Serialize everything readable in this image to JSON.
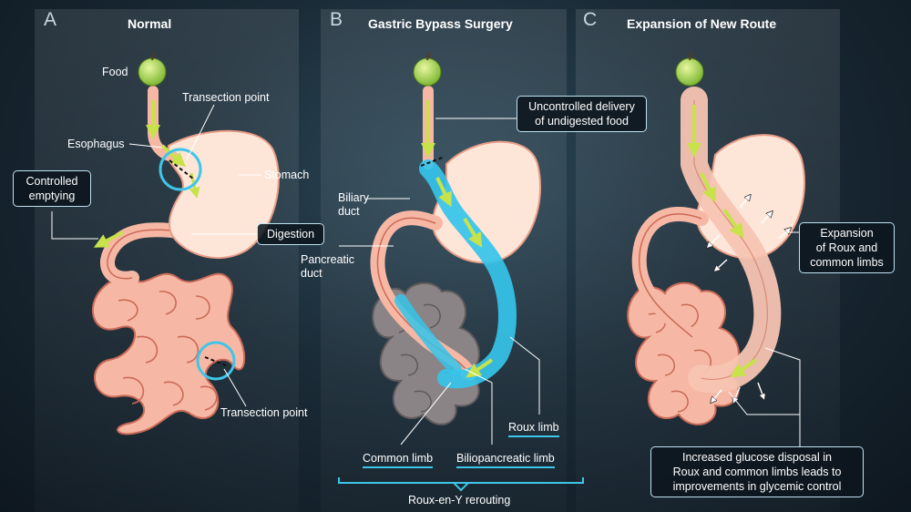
{
  "panels": [
    {
      "letter": "A",
      "title": "Normal"
    },
    {
      "letter": "B",
      "title": "Gastric Bypass Surgery"
    },
    {
      "letter": "C",
      "title": "Expansion of New Route"
    }
  ],
  "panel_a": {
    "food": "Food",
    "transection_top": "Transection point",
    "esophagus": "Esophagus",
    "stomach": "Stomach",
    "controlled_emptying": [
      "Controlled",
      "emptying"
    ],
    "digestion": "Digestion",
    "transection_bottom": "Transection point"
  },
  "panel_b": {
    "uncontrolled_delivery": [
      "Uncontrolled delivery",
      "of undigested food"
    ],
    "biliary_duct": [
      "Biliary",
      "duct"
    ],
    "pancreatic_duct": [
      "Pancreatic",
      "duct"
    ],
    "roux_limb": "Roux limb",
    "common_limb": "Common limb",
    "biliopancreatic_limb": "Biliopancreatic limb",
    "rerouting": "Roux-en-Y rerouting"
  },
  "panel_c": {
    "expansion": [
      "Expansion",
      "of Roux and",
      "common limbs"
    ],
    "glucose": [
      "Increased glucose disposal in",
      "Roux and common limbs leads to",
      "improvements in glycemic control"
    ]
  },
  "colors": {
    "intestine": "#f6b8a4",
    "intestine_outline": "#c96a57",
    "stomach": "#fde6d8",
    "roux_route": "#35c4ea",
    "arrow": "#c8e24a",
    "bypassed": "#8a8486",
    "callout_border": "#bfe3f2"
  },
  "icons": [
    "apple-icon",
    "food-arrow-icon",
    "transection-circle-icon",
    "expansion-arrow-icon"
  ]
}
